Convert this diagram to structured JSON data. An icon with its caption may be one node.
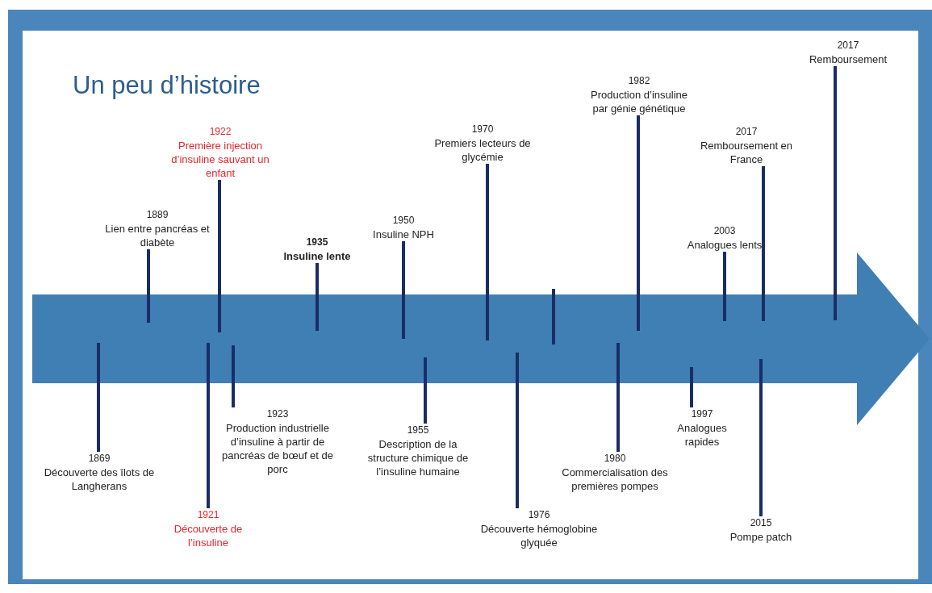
{
  "diagram": {
    "title": "Un peu d’histoire",
    "nodes": [
      {
        "text": [],
        "shape": "arrow"
      },
      {
        "text": [
          "1869",
          "Découverte des îlots de Langherans"
        ]
      },
      {
        "text": [
          "1889",
          "Lien entre pancréas et diabète"
        ]
      },
      {
        "text": [
          "1922",
          "Première injection d’insuline sauvant un enfant"
        ]
      },
      {
        "text": [
          "1921",
          "Découverte de l’insuline"
        ]
      },
      {
        "text": [
          "1923",
          "Production industrielle d’insuline à partir de pancréas de bœuf et de porc"
        ]
      },
      {
        "text": [
          "1935",
          "Insuline lente"
        ]
      },
      {
        "text": [
          "1950",
          "Insuline NPH"
        ]
      },
      {
        "text": [
          "1955",
          "Description de la structure chimique de l’insuline humaine"
        ]
      },
      {
        "text": [
          "1970",
          "Premiers lecteurs de glycémie"
        ]
      },
      {
        "text": [
          "1976",
          "Découverte hémoglobine glyquée"
        ]
      },
      {
        "text": [
          "1980",
          "Commercialisation des premières pompes"
        ]
      },
      {
        "text": [
          "1982",
          "Production d’insuline par génie génétique"
        ]
      },
      {
        "text": [
          "1997",
          "Analogues rapides"
        ]
      },
      {
        "text": [
          "2003",
          "Analogues lents"
        ]
      },
      {
        "text": [
          "2017",
          "Remboursement en France"
        ]
      },
      {
        "text": [
          "2015",
          "Pompe patch"
        ]
      },
      {
        "text": [
          "2017",
          "Remboursement"
        ]
      }
    ],
    "edges": [
      {
        "from": 1,
        "to": 0,
        "arrow": "none"
      },
      {
        "from": 2,
        "to": 0,
        "arrow": "none"
      },
      {
        "from": 3,
        "to": 0,
        "arrow": "none"
      },
      {
        "from": 4,
        "to": 0,
        "arrow": "none"
      },
      {
        "from": 5,
        "to": 0,
        "arrow": "none"
      },
      {
        "from": 6,
        "to": 0,
        "arrow": "none"
      },
      {
        "from": 7,
        "to": 0,
        "arrow": "none"
      },
      {
        "from": 8,
        "to": 0,
        "arrow": "none"
      },
      {
        "from": 9,
        "to": 0,
        "arrow": "none"
      },
      {
        "from": 10,
        "to": 0,
        "arrow": "none"
      },
      {
        "from": 11,
        "to": 0,
        "arrow": "none"
      },
      {
        "from": 12,
        "to": 0,
        "arrow": "none"
      },
      {
        "from": 13,
        "to": 0,
        "arrow": "none"
      },
      {
        "from": 14,
        "to": 0,
        "arrow": "none"
      },
      {
        "from": 15,
        "to": 0,
        "arrow": "none"
      },
      {
        "from": 16,
        "to": 0,
        "arrow": "none"
      },
      {
        "from": 17,
        "to": 0,
        "arrow": "none"
      }
    ]
  }
}
